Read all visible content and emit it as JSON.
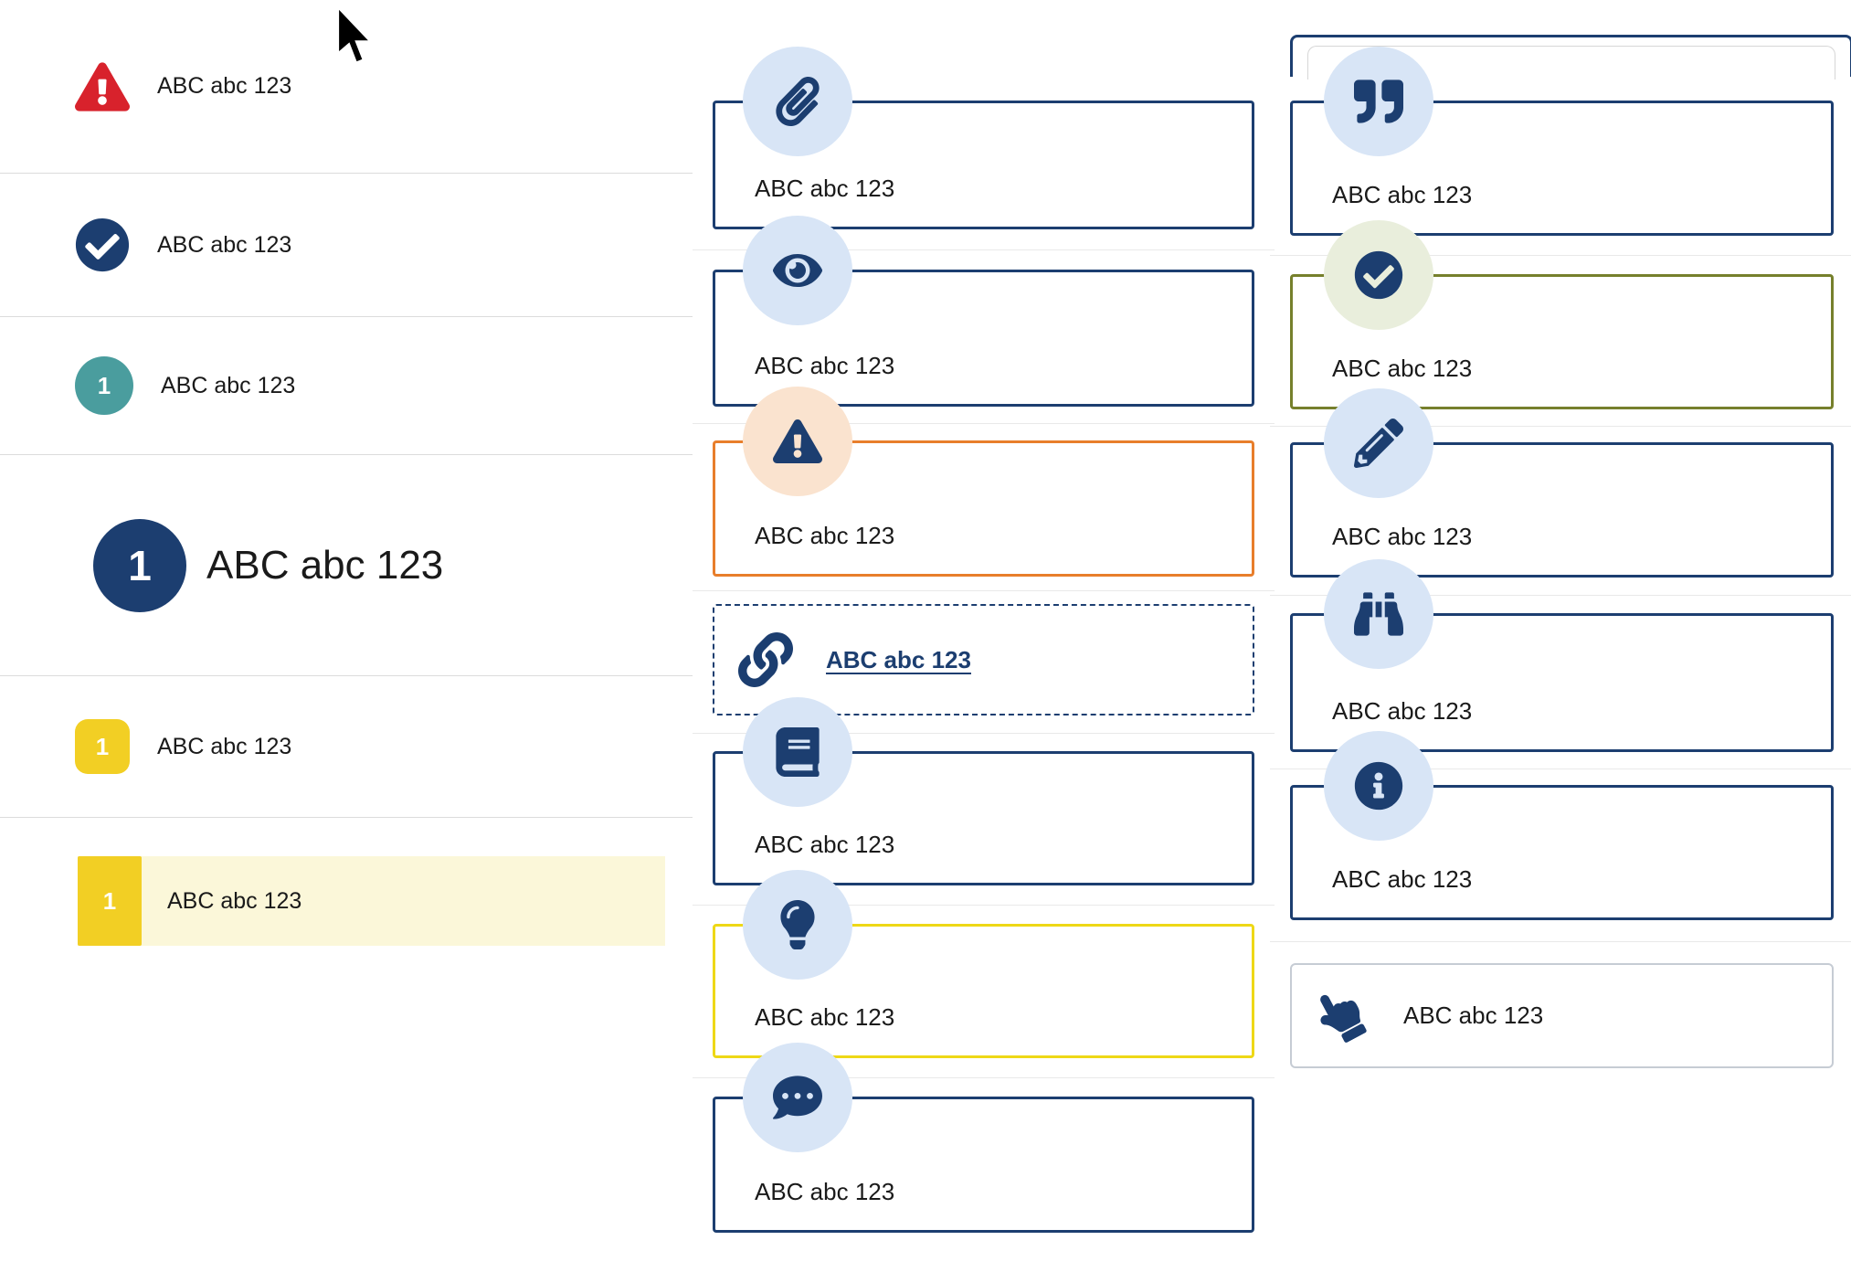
{
  "page": {
    "background": "#ffffff",
    "cursor": "arrow-pointer"
  },
  "colors": {
    "navy": "#1c3e70",
    "pale_blue": "#d8e5f6",
    "red": "#d8222c",
    "teal": "#4a9d9e",
    "yellow": "#f2cf24",
    "pale_yellow": "#fbf7d9",
    "orange": "#e87e2b",
    "pale_orange": "#fae3cf",
    "olive": "#76802c",
    "pale_green": "#e9eedc",
    "yellow_border": "#eed816",
    "divider": "#dcdcdc",
    "separator": "#e9e9e9",
    "card_gray_border": "#c6ccd4",
    "text": "#1a1a1a"
  },
  "left_list": {
    "items": [
      {
        "icon": "warning-triangle-icon",
        "label": "ABC abc 123"
      },
      {
        "icon": "check-circle-icon",
        "label": "ABC abc 123"
      },
      {
        "icon": "number-badge-teal",
        "badge": "1",
        "label": "ABC abc 123"
      },
      {
        "icon": "number-badge-navy-large",
        "badge": "1",
        "label": "ABC abc 123"
      },
      {
        "icon": "number-badge-yellow",
        "badge": "1",
        "label": "ABC abc 123"
      },
      {
        "icon": "number-badge-yellow",
        "badge": "1",
        "label": "ABC abc 123",
        "highlighted": true
      }
    ]
  },
  "middle_cards": [
    {
      "icon": "paperclip-icon",
      "variant": "navy-border",
      "label": "ABC abc 123"
    },
    {
      "icon": "eye-icon",
      "variant": "navy-border",
      "label": "ABC abc 123"
    },
    {
      "icon": "warning-triangle-icon",
      "variant": "orange-border",
      "label": "ABC abc 123"
    },
    {
      "icon": "link-icon",
      "variant": "dashed-link",
      "label": "ABC abc 123"
    },
    {
      "icon": "book-icon",
      "variant": "navy-border",
      "label": "ABC abc 123"
    },
    {
      "icon": "lightbulb-icon",
      "variant": "yellow-border",
      "label": "ABC abc 123"
    },
    {
      "icon": "comment-dots-icon",
      "variant": "navy-border",
      "label": "ABC abc 123"
    }
  ],
  "right_cards": [
    {
      "icon": "quote-icon",
      "variant": "navy-border",
      "label": "ABC abc 123"
    },
    {
      "icon": "check-circle-icon",
      "variant": "green-border",
      "label": "ABC abc 123"
    },
    {
      "icon": "pencil-icon",
      "variant": "navy-border",
      "label": "ABC abc 123"
    },
    {
      "icon": "binoculars-icon",
      "variant": "navy-border",
      "label": "ABC abc 123"
    },
    {
      "icon": "info-circle-icon",
      "variant": "navy-border",
      "label": "ABC abc 123"
    },
    {
      "icon": "hand-point-icon",
      "variant": "plain-border",
      "label": "ABC abc 123"
    }
  ]
}
